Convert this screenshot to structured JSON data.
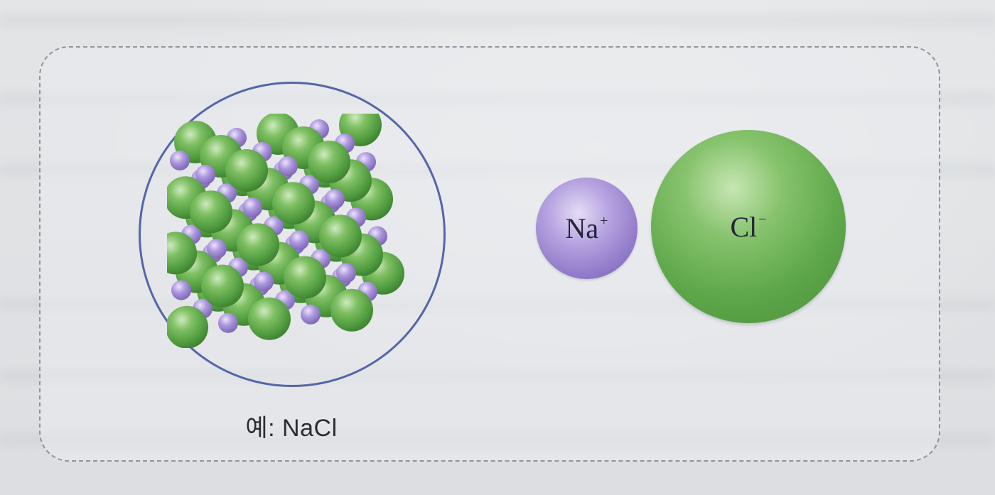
{
  "caption": "예: NaCl",
  "ions": {
    "cation": {
      "symbol": "Na",
      "charge": "+",
      "color": "#a08ad3"
    },
    "anion": {
      "symbol": "Cl",
      "charge": "−",
      "color": "#6bb055"
    }
  },
  "colors": {
    "frame": "#8f959d",
    "circle": "#5566a8",
    "sodium": "#a08ad3",
    "chloride": "#6bb055"
  }
}
